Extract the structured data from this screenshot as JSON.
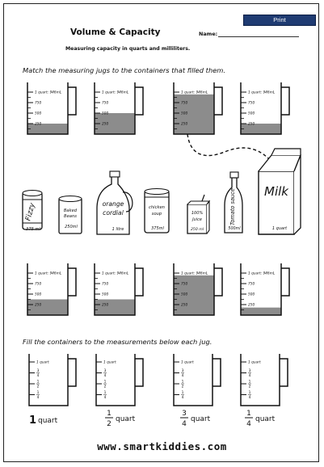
{
  "header": {
    "print_label": "Print",
    "title": "Volume & Capacity",
    "subtitle": "Measuring capacity in quarts and milliliters.",
    "name_label": "Name:"
  },
  "instructions": {
    "match": "Match the measuring jugs to the containers that filled them.",
    "fill": "Fill the containers to the measurements below each jug."
  },
  "jug_scale": {
    "top": "1 quart: 946mL",
    "marks": [
      "750",
      "500",
      "250"
    ]
  },
  "match_jugs_top": [
    {
      "fill_ml": 250
    },
    {
      "fill_ml": 500
    },
    {
      "fill_ml": 946
    },
    {
      "fill_ml": 250
    }
  ],
  "match_jugs_bottom": [
    {
      "fill_ml": 375
    },
    {
      "fill_ml": 375
    },
    {
      "fill_ml": 946
    },
    {
      "fill_ml": 180
    }
  ],
  "containers": [
    {
      "lines": [
        "Fizzy"
      ],
      "volume": "375 ml"
    },
    {
      "lines": [
        "Baked",
        "Beans"
      ],
      "volume": "250ml"
    },
    {
      "lines": [
        "orange",
        "cordial"
      ],
      "volume": "1 litre"
    },
    {
      "lines": [
        "chicken",
        "soup"
      ],
      "volume": "375ml"
    },
    {
      "lines": [
        "100%",
        "Juice"
      ],
      "volume": "250 ml"
    },
    {
      "lines": [
        "Tomato sauce"
      ],
      "volume": "500ml"
    },
    {
      "lines": [
        "Milk"
      ],
      "volume": "1 quart"
    }
  ],
  "fill_scale": {
    "top": "1 quart",
    "marks": [
      {
        "num": "3",
        "den": "4"
      },
      {
        "num": "1",
        "den": "2"
      },
      {
        "num": "1",
        "den": "4"
      }
    ]
  },
  "fill_targets": [
    {
      "whole": "1",
      "num": "",
      "den": "",
      "unit": "quart"
    },
    {
      "whole": "",
      "num": "1",
      "den": "2",
      "unit": "quart"
    },
    {
      "whole": "",
      "num": "3",
      "den": "4",
      "unit": "quart"
    },
    {
      "whole": "",
      "num": "1",
      "den": "4",
      "unit": "quart"
    }
  ],
  "footer": {
    "url": "www.smartkiddies.com"
  },
  "colors": {
    "fill": "#8c8c8c",
    "button": "#1f3b72"
  }
}
